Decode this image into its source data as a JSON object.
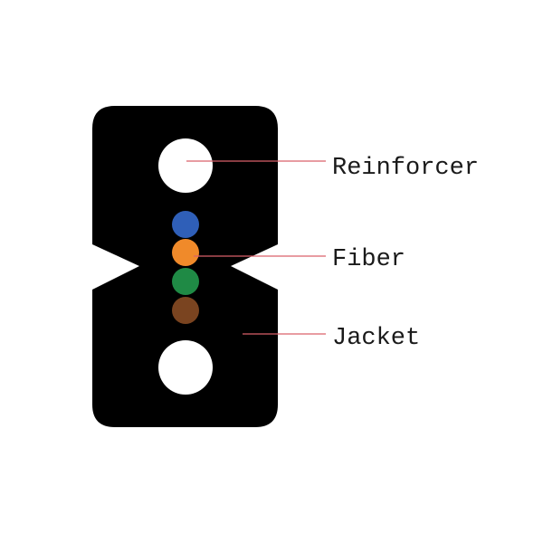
{
  "labels": {
    "reinforcer": "Reinforcer",
    "fiber": "Fiber",
    "jacket": "Jacket"
  },
  "colors": {
    "jacket": "#000000",
    "reinforcer": "#ffffff",
    "leader_line": "#d9606a",
    "fibers": [
      "#2f5fb8",
      "#f08a2a",
      "#1f8a45",
      "#7a4420"
    ]
  }
}
